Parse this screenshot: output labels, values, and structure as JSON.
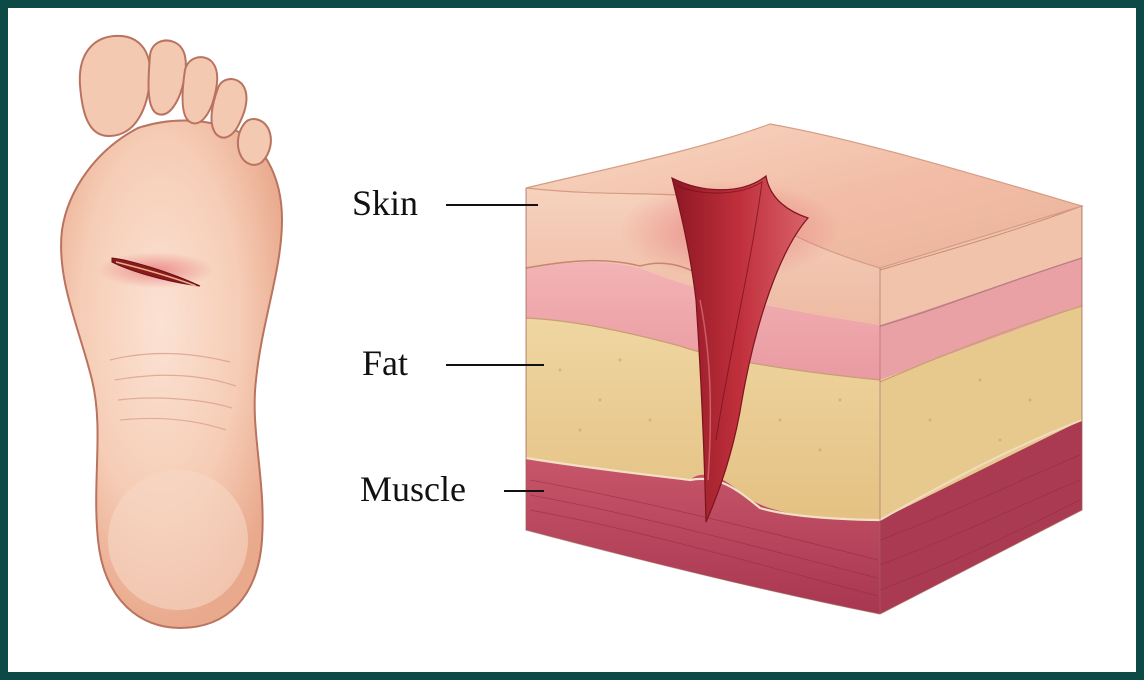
{
  "labels": {
    "skin": "Skin",
    "fat": "Fat",
    "muscle": "Muscle"
  },
  "colors": {
    "border": "#0e4a45",
    "background": "#ffffff",
    "skin_tone": "#f2c3a8",
    "fat": "#e9cf94",
    "muscle": "#b8425a",
    "wound": "#b01f2e"
  }
}
